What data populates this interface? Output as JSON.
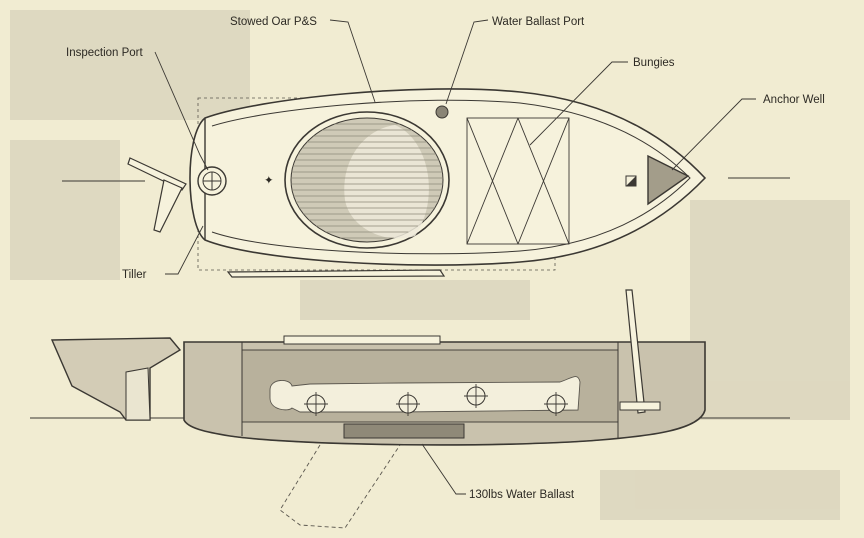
{
  "labels": {
    "inspection_port": "Inspection Port",
    "stowed_oar": "Stowed Oar P&S",
    "water_ballast_port": "Water Ballast Port",
    "bungies": "Bungies",
    "anchor_well": "Anchor Well",
    "tiller": "Tiller",
    "water_ballast": "130lbs Water Ballast"
  },
  "colors": {
    "paper": "#f1ecd2",
    "hull_fill": "#f6f2dc",
    "hatch_shade": "#bdb8a6",
    "ink": "#3b3833",
    "side_panel": "#c9c2ad"
  }
}
